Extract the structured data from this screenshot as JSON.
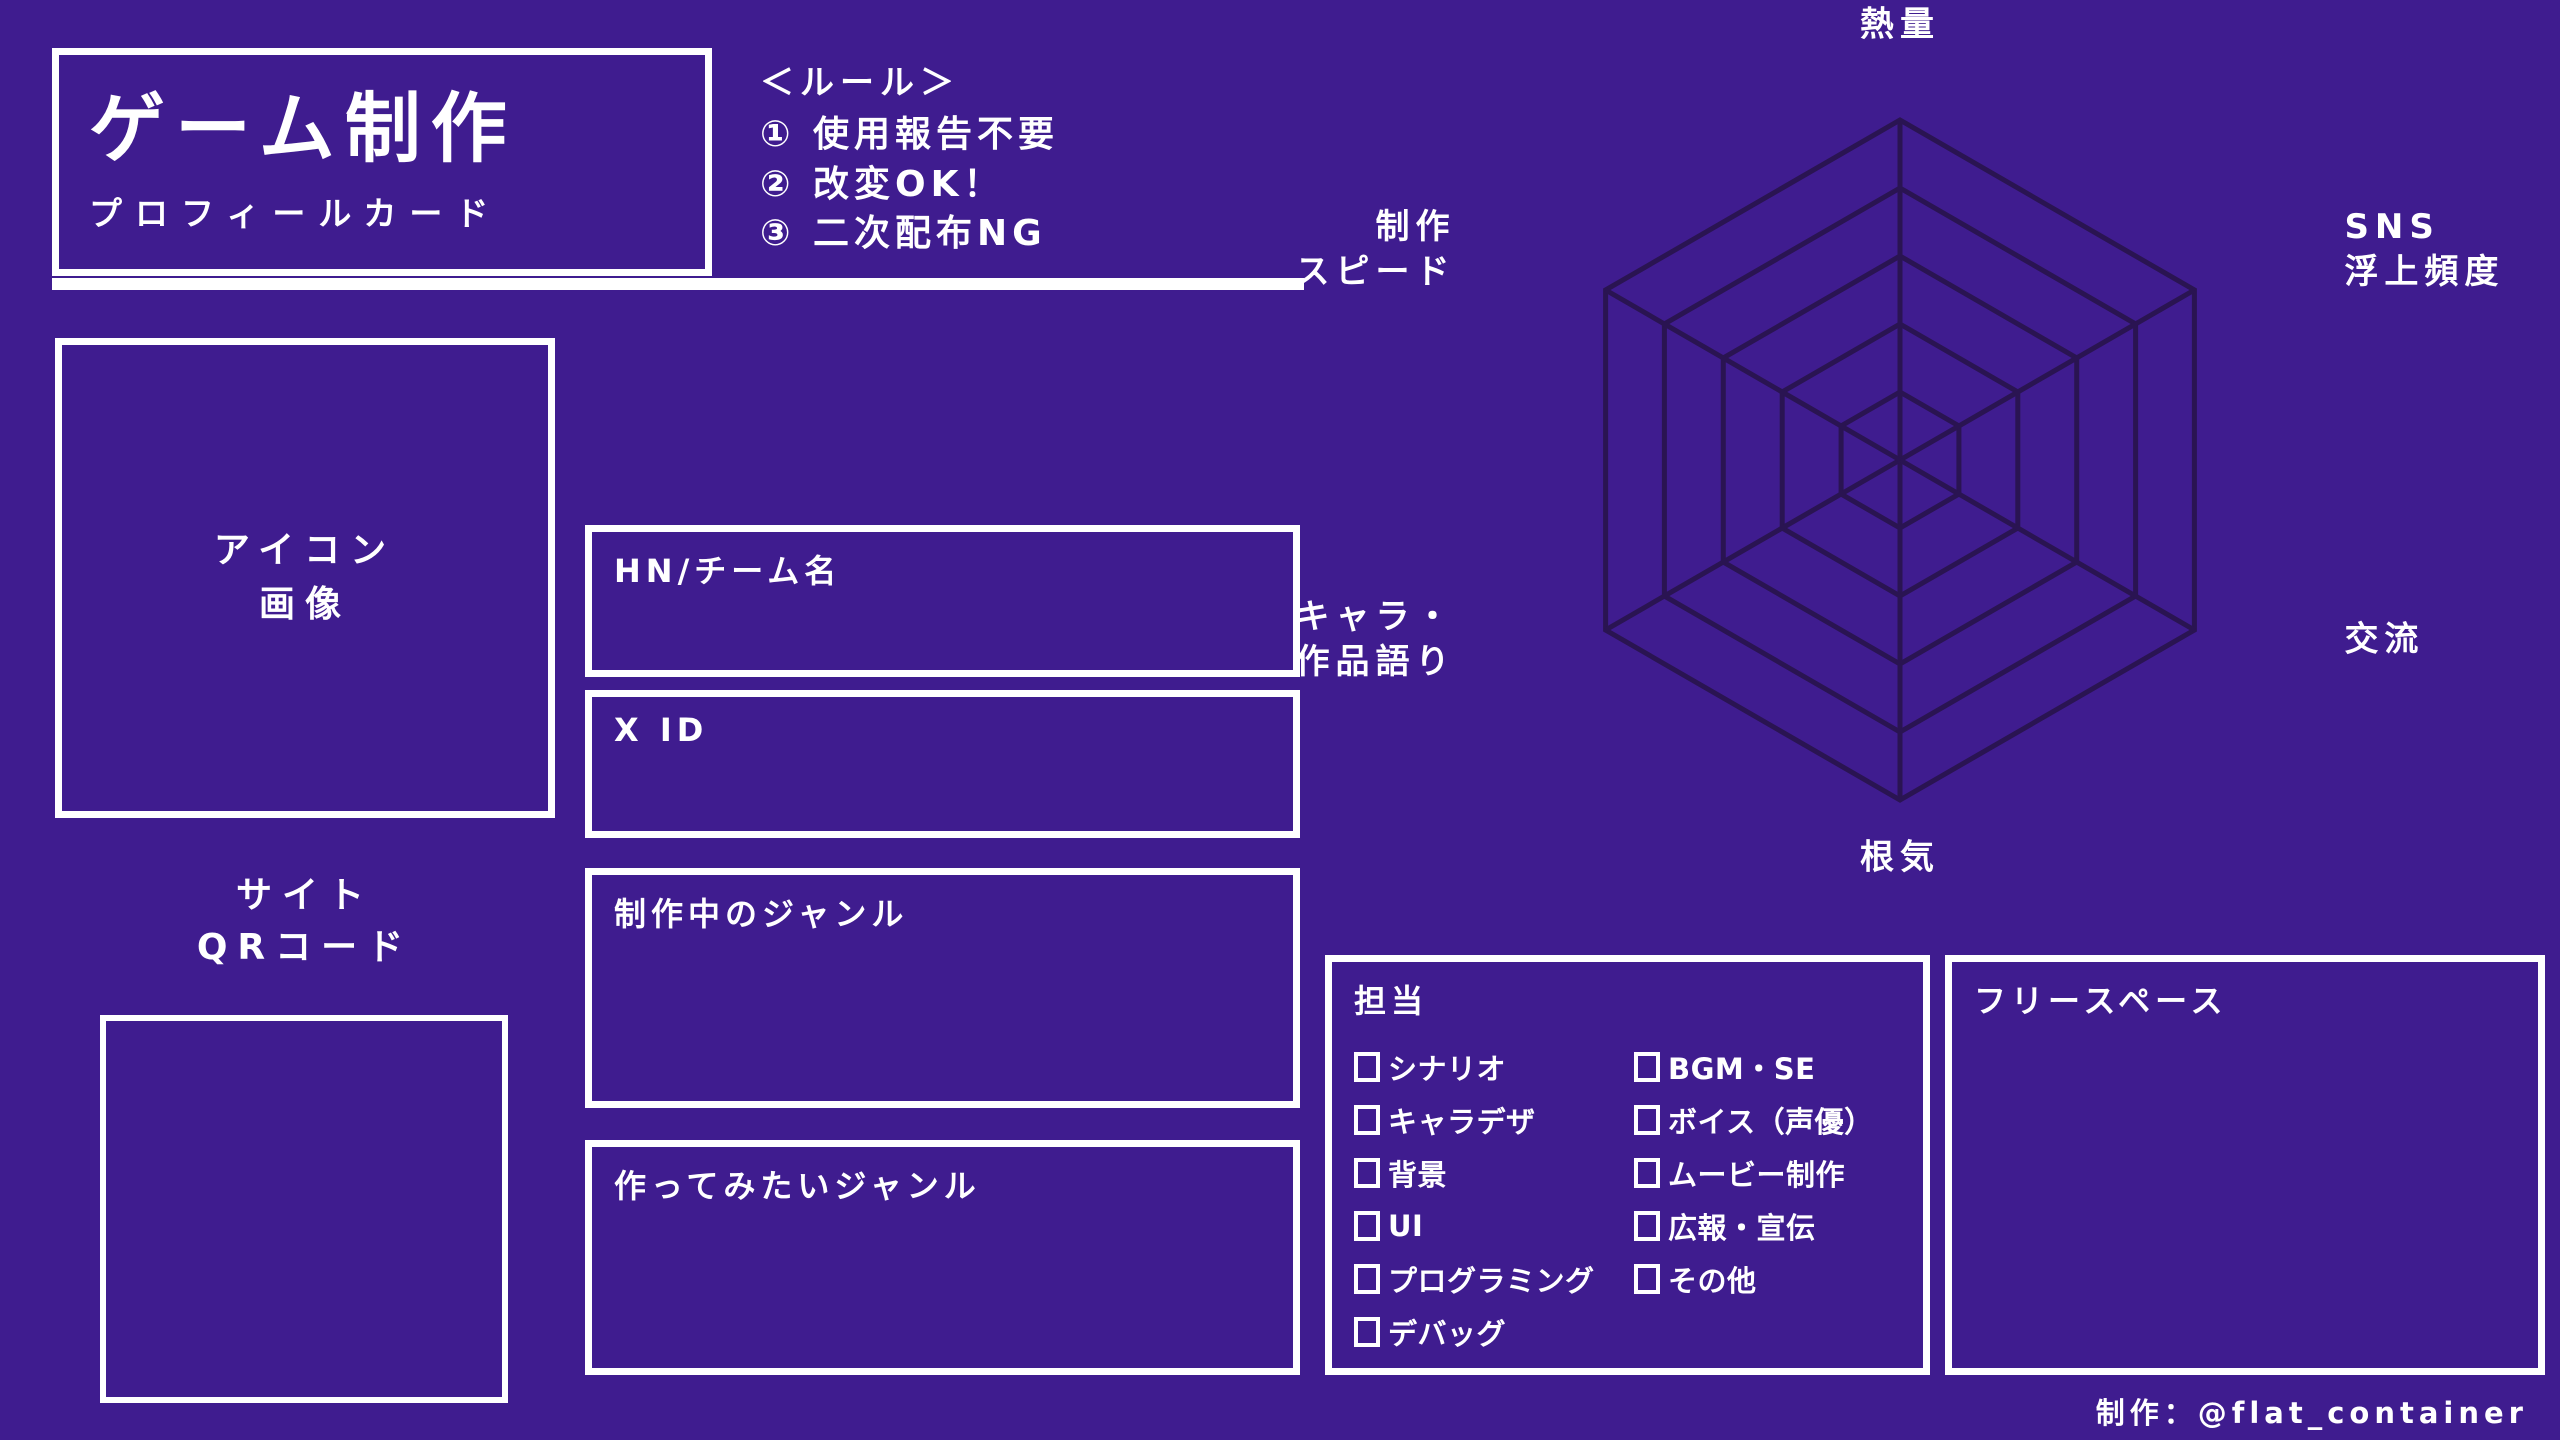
{
  "theme": {
    "background": "#3f1c8f",
    "ink": "#ffffff",
    "radar_line": "#2a1452"
  },
  "title": {
    "main": "ゲーム制作",
    "sub": "プロフィールカード"
  },
  "rules": {
    "heading": "＜ルール＞",
    "items": [
      "① 使用報告不要",
      "② 改変OK！",
      "③ 二次配布NG"
    ]
  },
  "icon_field": {
    "label_line1": "アイコン",
    "label_line2": "画像"
  },
  "qr_field": {
    "label_line1": "サイト",
    "label_line2": "QRコード"
  },
  "fields": {
    "hn": "HN/チーム名",
    "xid": "X ID",
    "genre_now": "制作中のジャンル",
    "genre_want": "作ってみたいジャンル"
  },
  "role": {
    "heading": "担当",
    "left_items": [
      "シナリオ",
      "キャラデザ",
      "背景",
      "UI",
      "プログラミング",
      "デバッグ"
    ],
    "right_items": [
      "BGM・SE",
      "ボイス（声優）",
      "ムービー制作",
      "広報・宣伝",
      "その他"
    ]
  },
  "free_space": {
    "heading": "フリースペース"
  },
  "credit": {
    "text": "制作：@flat_container"
  },
  "chart_data": {
    "type": "radar",
    "title": "",
    "axes": [
      "熱量",
      "SNS\n浮上頻度",
      "交流",
      "根気",
      "キャラ・\n作品語り",
      "制作\nスピード"
    ],
    "axis_labels_flat": [
      "熱量",
      "SNS浮上頻度",
      "交流",
      "根気",
      "キャラ・作品語り",
      "制作スピード"
    ],
    "rings": 5,
    "scale_min": 0,
    "scale_max": 5,
    "series": [],
    "values": [],
    "grid": true,
    "legend": false,
    "note": "blank template radar — no data plotted"
  }
}
